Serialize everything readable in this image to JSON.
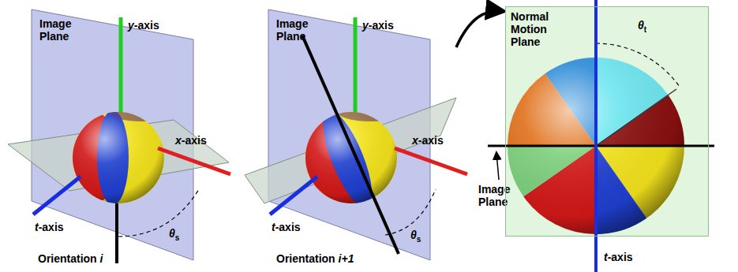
{
  "diagram": {
    "nodes": [
      {
        "text": [
          "Normal Motion Plane"
        ]
      }
    ],
    "labels": [
      "Image Plane",
      "y-axis",
      "x-axis",
      "t-axis",
      "θs",
      "Orientation i",
      "Image Plane",
      "y-axis",
      "x-axis",
      "t-axis",
      "θs",
      "Orientation i+1",
      "θt",
      "Image Plane",
      "t-axis"
    ]
  }
}
